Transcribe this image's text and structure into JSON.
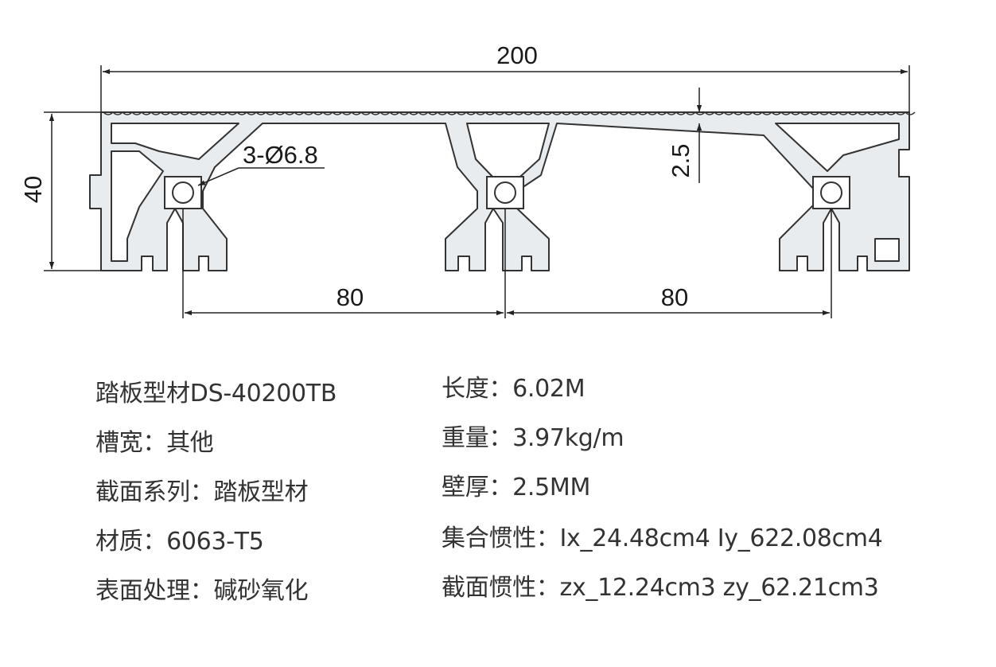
{
  "drawing": {
    "dim_overall_width": "200",
    "dim_height": "40",
    "dim_wall": "2.5",
    "dim_hole": "3-Ø6.8",
    "dim_pitch_left": "80",
    "dim_pitch_right": "80"
  },
  "specs": {
    "left": [
      "踏板型材DS-40200TB",
      "槽宽：其他",
      "截面系列：踏板型材",
      "材质：6063-T5",
      "表面处理：碱砂氧化"
    ],
    "right": [
      "长度：6.02M",
      "重量：3.97kg/m",
      "壁厚：2.5MM",
      "集合惯性：Ix_24.48cm4 Iy_622.08cm4",
      "截面惯性：zx_12.24cm3 zy_62.21cm3"
    ]
  }
}
